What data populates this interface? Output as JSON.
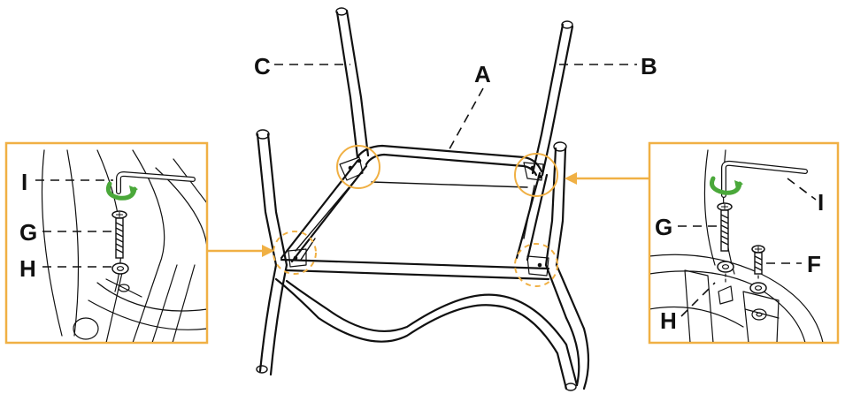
{
  "colors": {
    "accent": "#f0b044",
    "line": "#111111",
    "arrow": "#4aa83a"
  },
  "labels": {
    "a": "A",
    "b": "B",
    "c": "C",
    "left_i": "I",
    "left_g": "G",
    "left_h": "H",
    "right_i": "I",
    "right_g": "G",
    "right_f": "F",
    "right_h": "H"
  },
  "icons": {
    "rotate_arrow": "rotate-clockwise-icon",
    "hex_key": "allen-wrench-icon"
  }
}
